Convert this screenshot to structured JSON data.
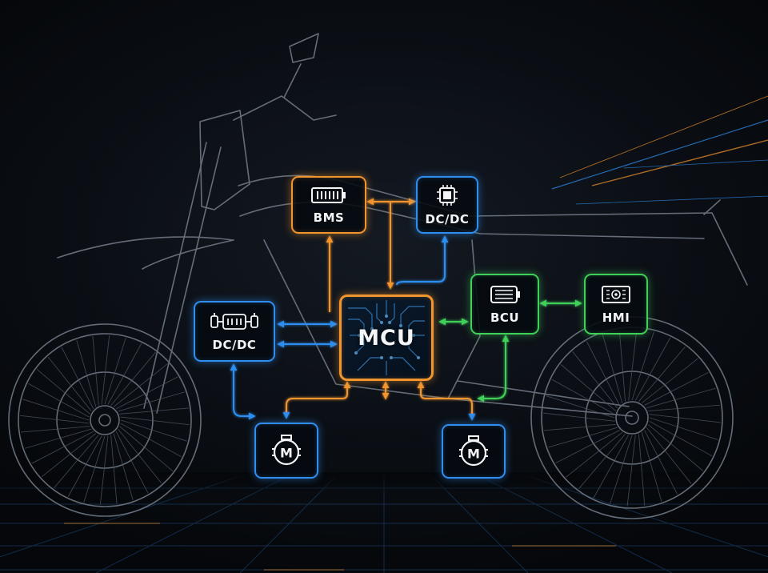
{
  "colors": {
    "power": "#f3952e",
    "drive": "#2f8ef0",
    "body": "#3fd05a",
    "label": "#f2f4f7",
    "bike_outline": "#6f7783"
  },
  "nodes": {
    "bms": {
      "label": "BMS",
      "icon": "battery-icon"
    },
    "dcdc_top": {
      "label": "DC/DC",
      "icon": "chip-icon"
    },
    "mcu": {
      "label": "MCU",
      "icon": "circuit-icon"
    },
    "bcu": {
      "label": "BCU",
      "icon": "controller-unit-icon"
    },
    "hmi": {
      "label": "HMI",
      "icon": "display-icon"
    },
    "dcdc_left": {
      "label": "DC/DC",
      "icon": "converter-icon"
    },
    "motor_left": {
      "label": "M",
      "icon": "motor-icon"
    },
    "motor_right": {
      "label": "M",
      "icon": "motor-icon"
    }
  },
  "connections": [
    {
      "from": "mcu",
      "to": "bms",
      "color": "power"
    },
    {
      "from": "bms",
      "to": "dcdc_top",
      "color": "power"
    },
    {
      "from": "mcu",
      "to": "dcdc_top",
      "color": "drive"
    },
    {
      "from": "mcu",
      "to": "bcu",
      "color": "body"
    },
    {
      "from": "bcu",
      "to": "hmi",
      "color": "body"
    },
    {
      "from": "dcdc_left",
      "to": "mcu",
      "color": "drive"
    },
    {
      "from": "dcdc_left",
      "to": "motor_left",
      "color": "drive"
    },
    {
      "from": "mcu",
      "to": "motor_left",
      "color": "power"
    },
    {
      "from": "mcu",
      "to": "motor_right",
      "color": "power"
    },
    {
      "from": "bcu",
      "to": "motor_right",
      "color": "body"
    }
  ]
}
